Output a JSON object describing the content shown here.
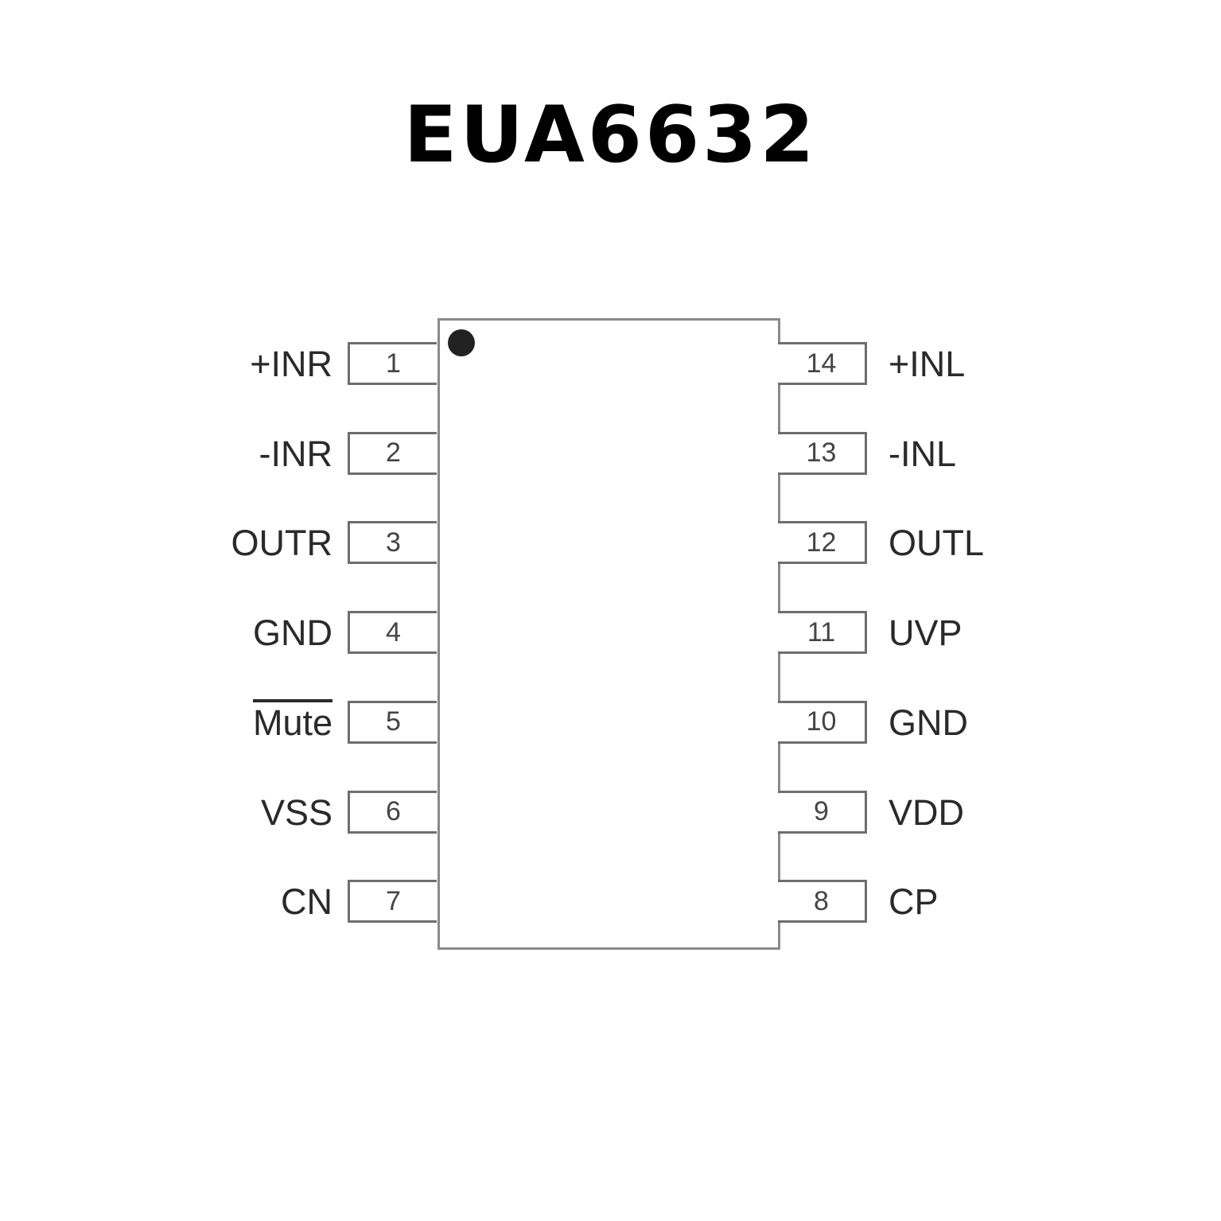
{
  "title": "EUA6632",
  "pins_left": [
    {
      "num": "1",
      "label": "+INR"
    },
    {
      "num": "2",
      "label": "-INR"
    },
    {
      "num": "3",
      "label": "OUTR"
    },
    {
      "num": "4",
      "label": "GND"
    },
    {
      "num": "5",
      "label": "Mute",
      "overline": true
    },
    {
      "num": "6",
      "label": "VSS"
    },
    {
      "num": "7",
      "label": "CN"
    }
  ],
  "pins_right": [
    {
      "num": "14",
      "label": "+INL"
    },
    {
      "num": "13",
      "label": "-INL"
    },
    {
      "num": "12",
      "label": "OUTL"
    },
    {
      "num": "11",
      "label": "UVP"
    },
    {
      "num": "10",
      "label": "GND"
    },
    {
      "num": "9",
      "label": "VDD"
    },
    {
      "num": "8",
      "label": "CP"
    }
  ]
}
